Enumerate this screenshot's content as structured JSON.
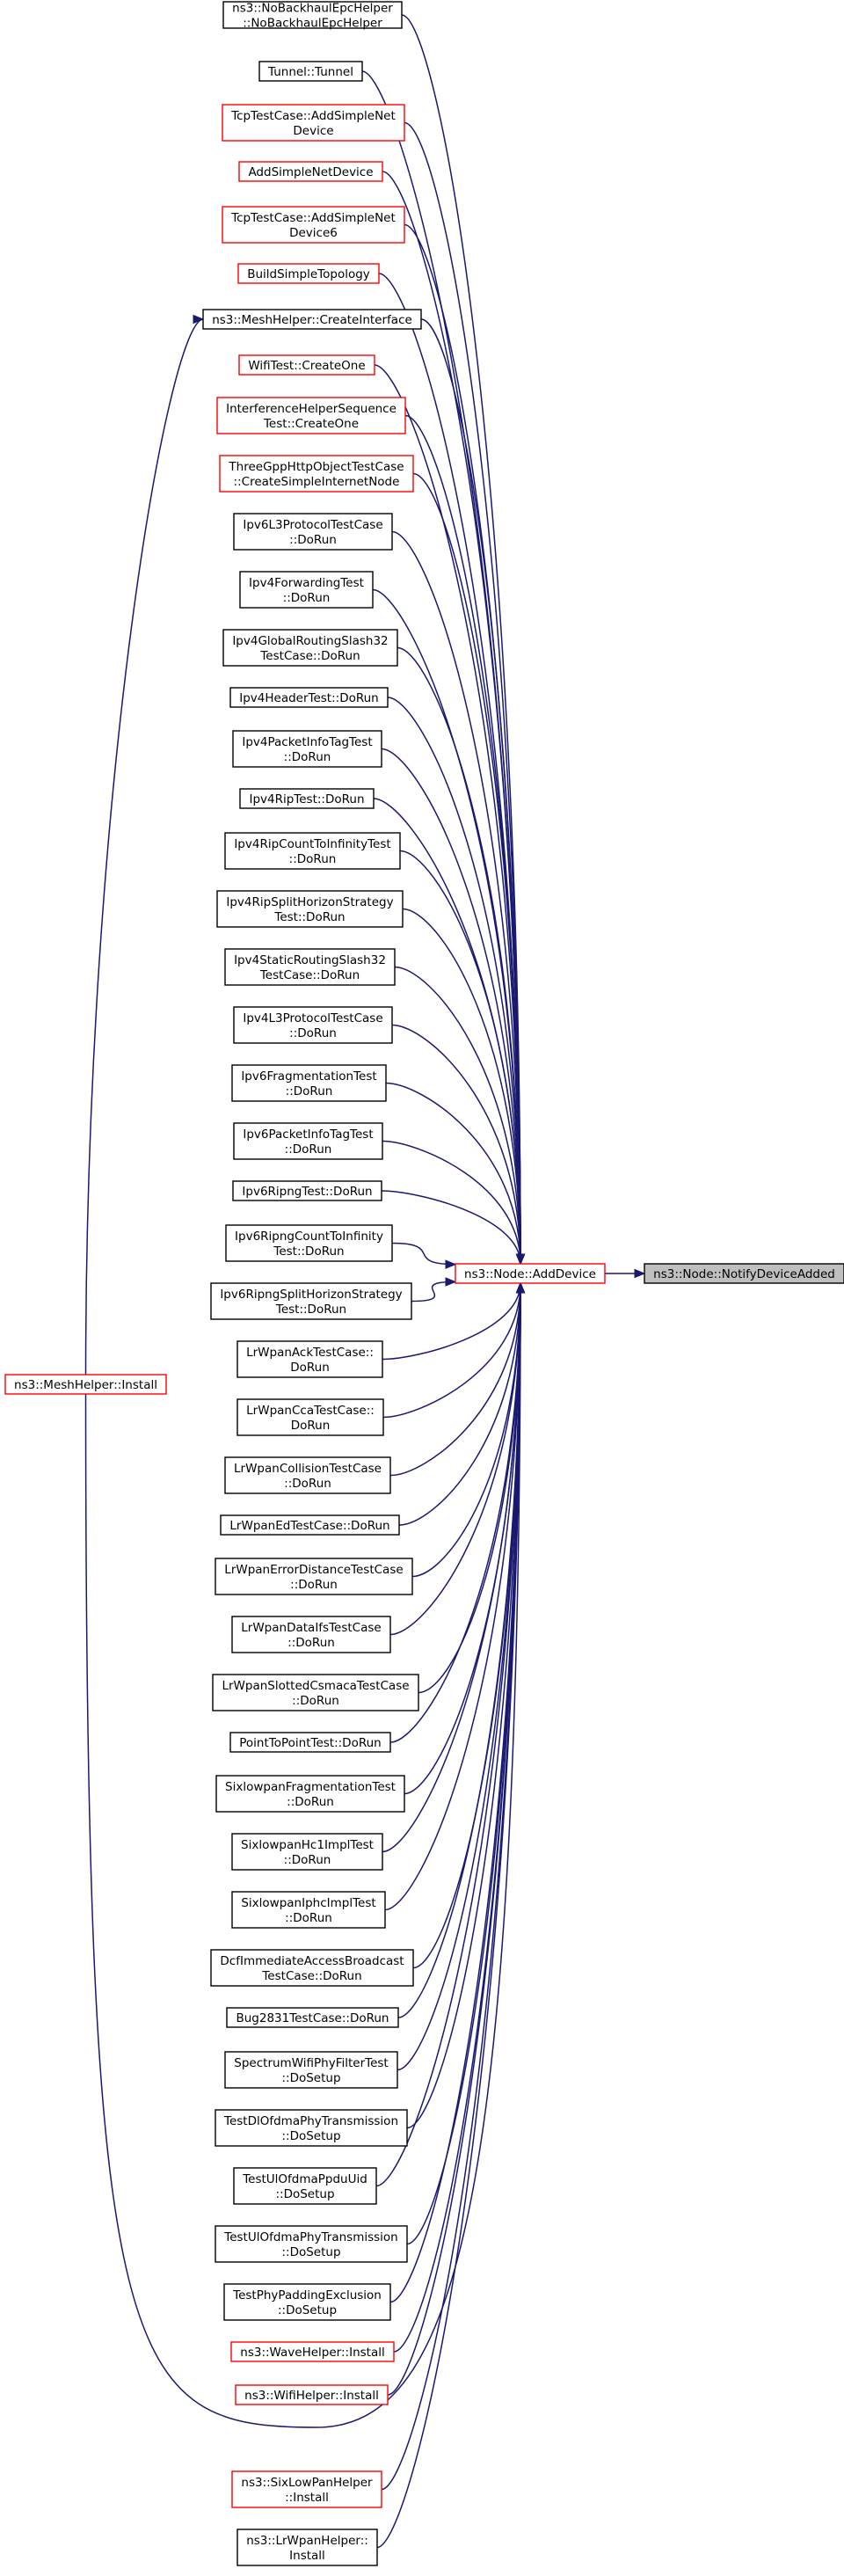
{
  "graph": {
    "target": {
      "id": "ad",
      "lines": [
        "ns3::Node::AddDevice"
      ],
      "style": "red"
    },
    "root": {
      "id": "nd",
      "lines": [
        "ns3::Node::NotifyDeviceAdded"
      ],
      "style": "grey"
    },
    "mesh_install": {
      "id": "mi",
      "lines": [
        "ns3::MeshHelper::Install"
      ],
      "style": "red"
    },
    "callers": [
      {
        "id": "c1",
        "lines": [
          "ns3::NoBackhaulEpcHelper",
          "::NoBackhaulEpcHelper"
        ],
        "style": "black"
      },
      {
        "id": "c2",
        "lines": [
          "Tunnel::Tunnel"
        ],
        "style": "black"
      },
      {
        "id": "c3",
        "lines": [
          "TcpTestCase::AddSimpleNet",
          "Device"
        ],
        "style": "red"
      },
      {
        "id": "c4",
        "lines": [
          "AddSimpleNetDevice"
        ],
        "style": "red"
      },
      {
        "id": "c5",
        "lines": [
          "TcpTestCase::AddSimpleNet",
          "Device6"
        ],
        "style": "red"
      },
      {
        "id": "c6",
        "lines": [
          "BuildSimpleTopology"
        ],
        "style": "red"
      },
      {
        "id": "c7",
        "lines": [
          "ns3::MeshHelper::CreateInterface"
        ],
        "style": "black"
      },
      {
        "id": "c8",
        "lines": [
          "WifiTest::CreateOne"
        ],
        "style": "red"
      },
      {
        "id": "c9",
        "lines": [
          "InterferenceHelperSequence",
          "Test::CreateOne"
        ],
        "style": "red"
      },
      {
        "id": "c10",
        "lines": [
          "ThreeGppHttpObjectTestCase",
          "::CreateSimpleInternetNode"
        ],
        "style": "red"
      },
      {
        "id": "c11",
        "lines": [
          "Ipv6L3ProtocolTestCase",
          "::DoRun"
        ],
        "style": "black"
      },
      {
        "id": "c12",
        "lines": [
          "Ipv4ForwardingTest",
          "::DoRun"
        ],
        "style": "black"
      },
      {
        "id": "c13",
        "lines": [
          "Ipv4GlobalRoutingSlash32",
          "TestCase::DoRun"
        ],
        "style": "black"
      },
      {
        "id": "c14",
        "lines": [
          "Ipv4HeaderTest::DoRun"
        ],
        "style": "black"
      },
      {
        "id": "c15",
        "lines": [
          "Ipv4PacketInfoTagTest",
          "::DoRun"
        ],
        "style": "black"
      },
      {
        "id": "c16",
        "lines": [
          "Ipv4RipTest::DoRun"
        ],
        "style": "black"
      },
      {
        "id": "c17",
        "lines": [
          "Ipv4RipCountToInfinityTest",
          "::DoRun"
        ],
        "style": "black"
      },
      {
        "id": "c18",
        "lines": [
          "Ipv4RipSplitHorizonStrategy",
          "Test::DoRun"
        ],
        "style": "black"
      },
      {
        "id": "c19",
        "lines": [
          "Ipv4StaticRoutingSlash32",
          "TestCase::DoRun"
        ],
        "style": "black"
      },
      {
        "id": "c20",
        "lines": [
          "Ipv4L3ProtocolTestCase",
          "::DoRun"
        ],
        "style": "black"
      },
      {
        "id": "c21",
        "lines": [
          "Ipv6FragmentationTest",
          "::DoRun"
        ],
        "style": "black"
      },
      {
        "id": "c22",
        "lines": [
          "Ipv6PacketInfoTagTest",
          "::DoRun"
        ],
        "style": "black"
      },
      {
        "id": "c23",
        "lines": [
          "Ipv6RipngTest::DoRun"
        ],
        "style": "black"
      },
      {
        "id": "c24",
        "lines": [
          "Ipv6RipngCountToInfinity",
          "Test::DoRun"
        ],
        "style": "black"
      },
      {
        "id": "c25",
        "lines": [
          "Ipv6RipngSplitHorizonStrategy",
          "Test::DoRun"
        ],
        "style": "black"
      },
      {
        "id": "c26",
        "lines": [
          "LrWpanAckTestCase::",
          "DoRun"
        ],
        "style": "black"
      },
      {
        "id": "c27",
        "lines": [
          "LrWpanCcaTestCase::",
          "DoRun"
        ],
        "style": "black"
      },
      {
        "id": "c28",
        "lines": [
          "LrWpanCollisionTestCase",
          "::DoRun"
        ],
        "style": "black"
      },
      {
        "id": "c29",
        "lines": [
          "LrWpanEdTestCase::DoRun"
        ],
        "style": "black"
      },
      {
        "id": "c30",
        "lines": [
          "LrWpanErrorDistanceTestCase",
          "::DoRun"
        ],
        "style": "black"
      },
      {
        "id": "c31",
        "lines": [
          "LrWpanDataIfsTestCase",
          "::DoRun"
        ],
        "style": "black"
      },
      {
        "id": "c32",
        "lines": [
          "LrWpanSlottedCsmacaTestCase",
          "::DoRun"
        ],
        "style": "black"
      },
      {
        "id": "c33",
        "lines": [
          "PointToPointTest::DoRun"
        ],
        "style": "black"
      },
      {
        "id": "c34",
        "lines": [
          "SixlowpanFragmentationTest",
          "::DoRun"
        ],
        "style": "black"
      },
      {
        "id": "c35",
        "lines": [
          "SixlowpanHc1ImplTest",
          "::DoRun"
        ],
        "style": "black"
      },
      {
        "id": "c36",
        "lines": [
          "SixlowpanIphcImplTest",
          "::DoRun"
        ],
        "style": "black"
      },
      {
        "id": "c37",
        "lines": [
          "DcfImmediateAccessBroadcast",
          "TestCase::DoRun"
        ],
        "style": "black"
      },
      {
        "id": "c38",
        "lines": [
          "Bug2831TestCase::DoRun"
        ],
        "style": "black"
      },
      {
        "id": "c39",
        "lines": [
          "SpectrumWifiPhyFilterTest",
          "::DoSetup"
        ],
        "style": "black"
      },
      {
        "id": "c40",
        "lines": [
          "TestDlOfdmaPhyTransmission",
          "::DoSetup"
        ],
        "style": "black"
      },
      {
        "id": "c41",
        "lines": [
          "TestUlOfdmaPpduUid",
          "::DoSetup"
        ],
        "style": "black"
      },
      {
        "id": "c42",
        "lines": [
          "TestUlOfdmaPhyTransmission",
          "::DoSetup"
        ],
        "style": "black"
      },
      {
        "id": "c43",
        "lines": [
          "TestPhyPaddingExclusion",
          "::DoSetup"
        ],
        "style": "black"
      },
      {
        "id": "c44",
        "lines": [
          "ns3::WaveHelper::Install"
        ],
        "style": "red"
      },
      {
        "id": "c45",
        "lines": [
          "ns3::WifiHelper::Install"
        ],
        "style": "red"
      },
      {
        "id": "c46",
        "lines": [
          "ns3::SixLowPanHelper",
          "::Install"
        ],
        "style": "red"
      },
      {
        "id": "c47",
        "lines": [
          "ns3::LrWpanHelper::",
          "Install"
        ],
        "style": "black"
      }
    ]
  }
}
